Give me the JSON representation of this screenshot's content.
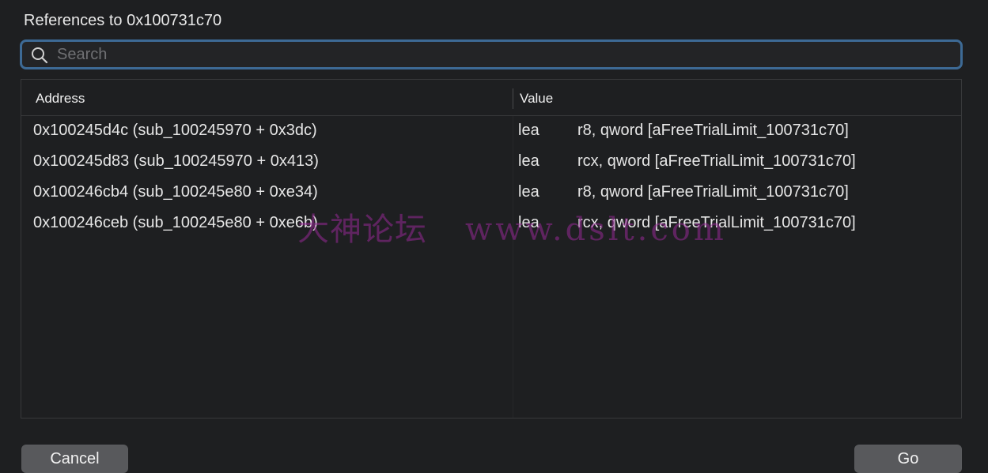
{
  "dialog": {
    "title": "References to 0x100731c70"
  },
  "search": {
    "placeholder": "Search",
    "value": ""
  },
  "table": {
    "columns": {
      "address": "Address",
      "value": "Value"
    },
    "rows": [
      {
        "address": "0x100245d4c (sub_100245970 + 0x3dc)",
        "op": "lea",
        "args": "r8, qword [aFreeTrialLimit_100731c70]"
      },
      {
        "address": "0x100245d83 (sub_100245970 + 0x413)",
        "op": "lea",
        "args": "rcx, qword [aFreeTrialLimit_100731c70]"
      },
      {
        "address": "0x100246cb4 (sub_100245e80 + 0xe34)",
        "op": "lea",
        "args": "r8, qword [aFreeTrialLimit_100731c70]"
      },
      {
        "address": "0x100246ceb (sub_100245e80 + 0xe6b)",
        "op": "lea",
        "args": "rcx, qword [aFreeTrialLimit_100731c70]"
      }
    ]
  },
  "buttons": {
    "cancel": "Cancel",
    "go": "Go"
  },
  "watermark": {
    "cn": "大神论坛",
    "url": "www.dslt.com"
  },
  "colors": {
    "background": "#1e1f21",
    "accent_focus_ring": "#3d6a95",
    "button": "#58595c",
    "watermark": "#962896"
  }
}
